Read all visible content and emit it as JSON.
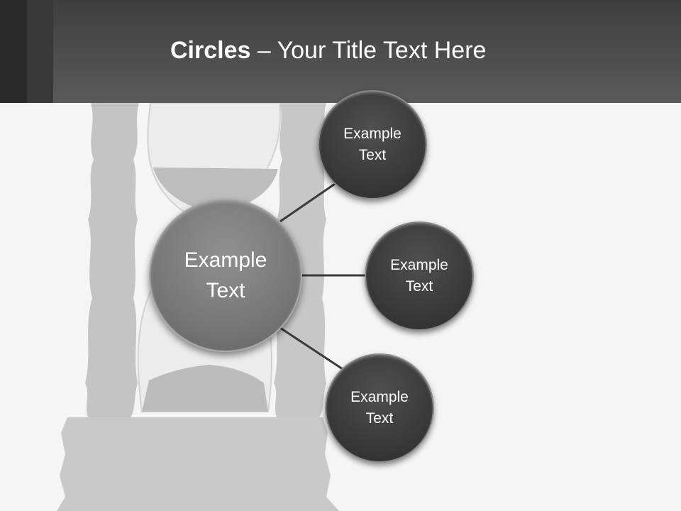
{
  "slide": {
    "title_bold": "Circles",
    "title_rest": " – Your Title Text Here"
  },
  "diagram": {
    "center": {
      "text": "Example Text"
    },
    "nodes": [
      {
        "text": "Example Text"
      },
      {
        "text": "Example Text"
      },
      {
        "text": "Example Text"
      }
    ]
  },
  "colors": {
    "header": "#4a4a4a",
    "small_circle": "#3a3a3a",
    "big_circle": "#777777",
    "connector": "#3a3a3a",
    "background": "#f5f5f5"
  }
}
